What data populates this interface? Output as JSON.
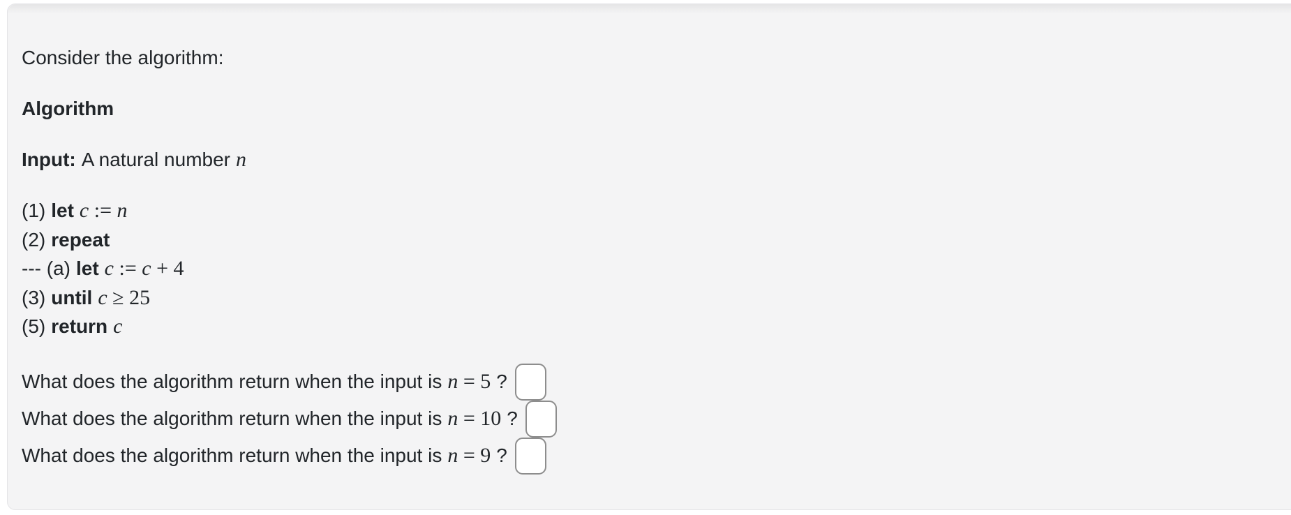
{
  "card": {
    "background": "#f4f4f5",
    "border_color": "#e4e4e7"
  },
  "colors": {
    "text": "#212529",
    "input_border": "#8d8d8d"
  },
  "intro": {
    "text": "Consider the algorithm:"
  },
  "algorithm": {
    "heading": "Algorithm",
    "input": {
      "label": "Input:",
      "text": "A natural number",
      "var": "n"
    },
    "step1": {
      "prefix": "(1)",
      "keyword": "let",
      "v1": "c",
      "op": " := ",
      "v2": "n"
    },
    "step2": {
      "prefix": "(2)",
      "keyword": "repeat"
    },
    "step3": {
      "prefix": "--- (a)",
      "keyword": "let",
      "v1": "c",
      "op": " := ",
      "v2": "c",
      "rest": " + 4"
    },
    "step4": {
      "prefix": "(3)",
      "keyword": "until",
      "v1": "c",
      "rest": " ≥ 25"
    },
    "step5": {
      "prefix": "(5)",
      "keyword": "return",
      "v1": "c"
    }
  },
  "questions": {
    "q1": {
      "text": "What does the algorithm return when the input is",
      "var": "n",
      "eq": " = 5",
      "suffix": "?",
      "value": ""
    },
    "q2": {
      "text": "What does the algorithm return when the input is",
      "var": "n",
      "eq": " = 10",
      "suffix": "?",
      "value": ""
    },
    "q3": {
      "text": "What does the algorithm return when the input is",
      "var": "n",
      "eq": " = 9",
      "suffix": "?",
      "value": ""
    }
  }
}
